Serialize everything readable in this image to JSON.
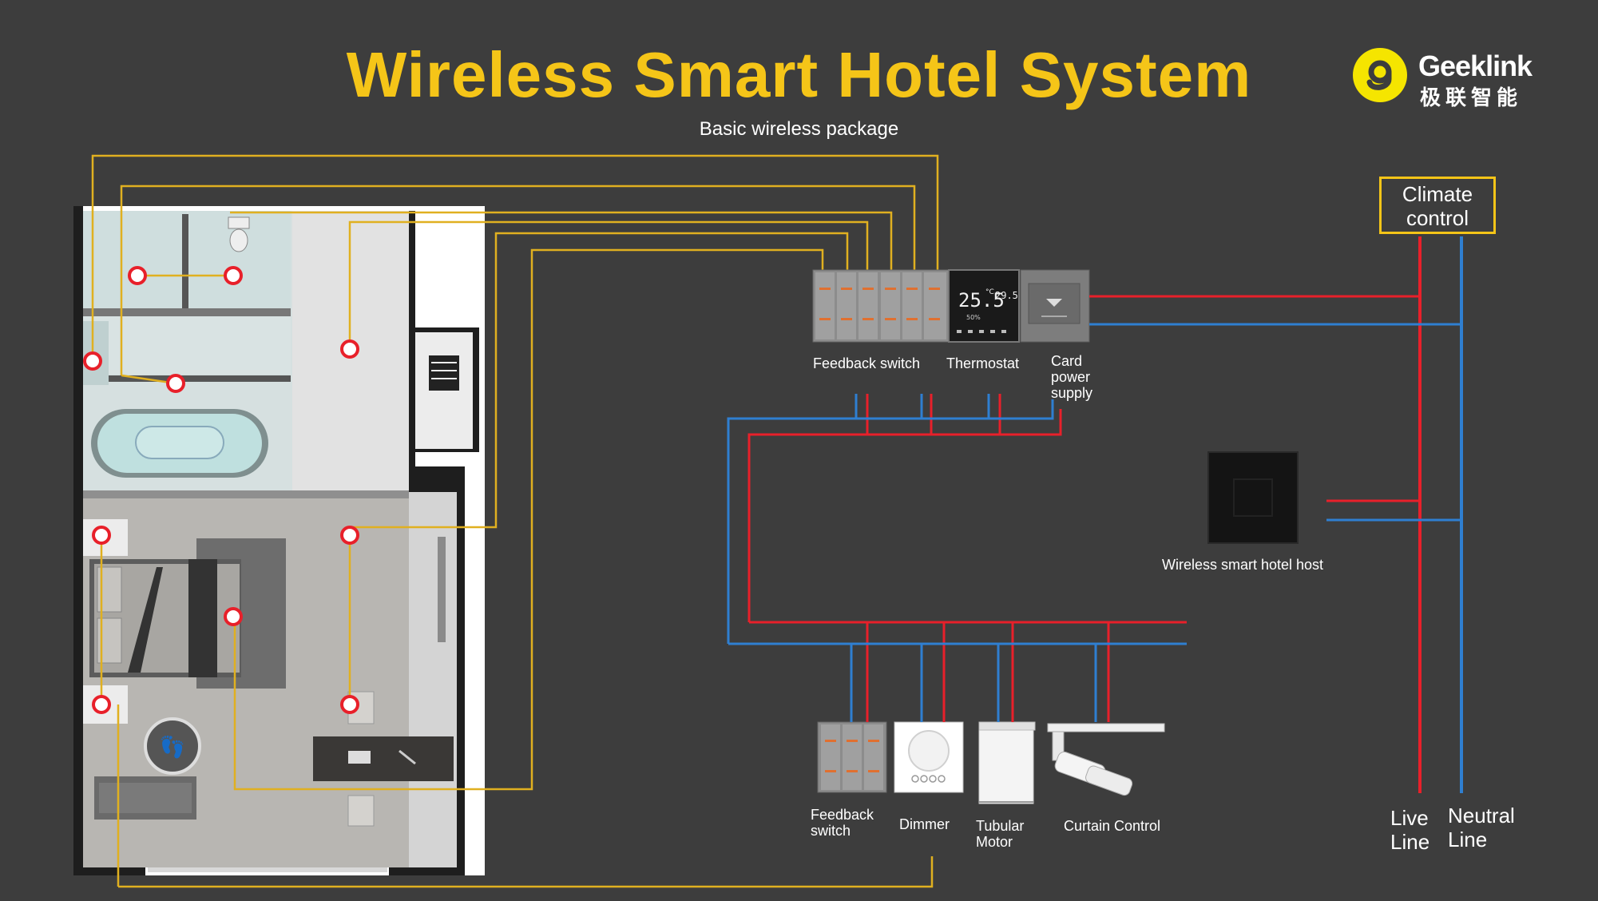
{
  "header": {
    "title": "Wireless Smart Hotel System",
    "subtitle": "Basic wireless package"
  },
  "logo": {
    "name": "Geeklink",
    "chinese_name": "极联智能",
    "mark_color": "#f5e500"
  },
  "devices": {
    "top": [
      {
        "label": "Feedback switch"
      },
      {
        "label": "Thermostat",
        "display": {
          "temp": "25.5",
          "unit": "°C",
          "setpoint": "29.5",
          "humidity": "50%"
        }
      },
      {
        "label": "Card power supply"
      }
    ],
    "host": {
      "label": "Wireless smart hotel host"
    },
    "bottom": [
      {
        "label": "Feedback switch"
      },
      {
        "label": "Dimmer"
      },
      {
        "label": "Tubular Motor"
      },
      {
        "label": "Curtain Control"
      }
    ]
  },
  "climate": {
    "label": "Climate control"
  },
  "lines": {
    "live": {
      "label": "Live Line",
      "color": "#e8202a"
    },
    "neutral": {
      "label": "Neutral Line",
      "color": "#2f7fd1"
    }
  },
  "colors": {
    "background": "#3d3d3d",
    "title": "#f5c518",
    "wiring": "#e0b020",
    "node": "#e8202a"
  }
}
